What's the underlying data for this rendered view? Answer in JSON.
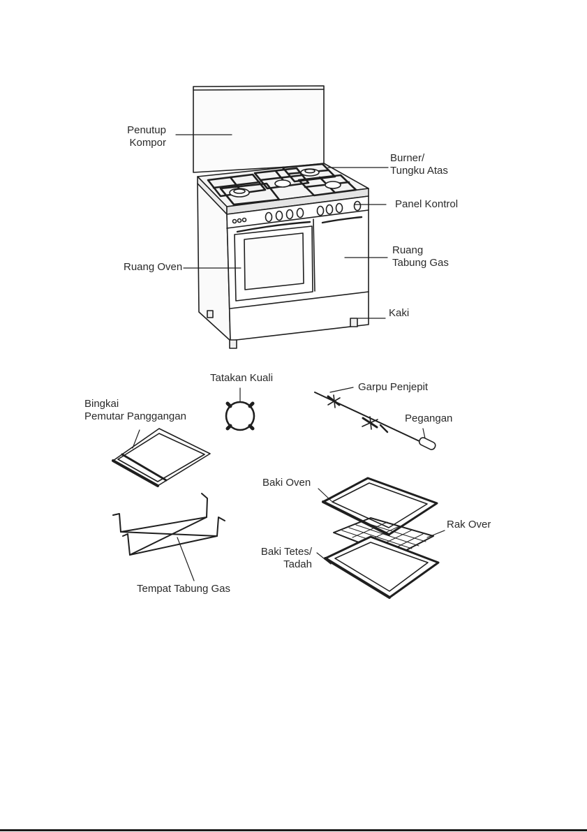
{
  "colors": {
    "ink": "#2a2a2a",
    "line": "#1f1f1f",
    "paper": "#ffffff"
  },
  "stove_labels": {
    "penutup_kompor": [
      "Penutup",
      "Kompor"
    ],
    "burner": [
      "Burner/",
      "Tungku Atas"
    ],
    "panel_kontrol": "Panel Kontrol",
    "ruang_tabung_gas": [
      "Ruang",
      "Tabung Gas"
    ],
    "ruang_oven": "Ruang Oven",
    "kaki": "Kaki"
  },
  "accessory_labels": {
    "tatakan_kuali": "Tatakan Kuali",
    "garpu_penjepit": "Garpu Penjepit",
    "bingkai": [
      "Bingkai",
      "Pemutar Panggangan"
    ],
    "pegangan": "Pegangan",
    "baki_oven": "Baki Oven",
    "rak_over": "Rak Over",
    "baki_tetes": [
      "Baki Tetes/",
      "Tadah"
    ],
    "tempat_tabung_gas": "Tempat Tabung Gas"
  }
}
